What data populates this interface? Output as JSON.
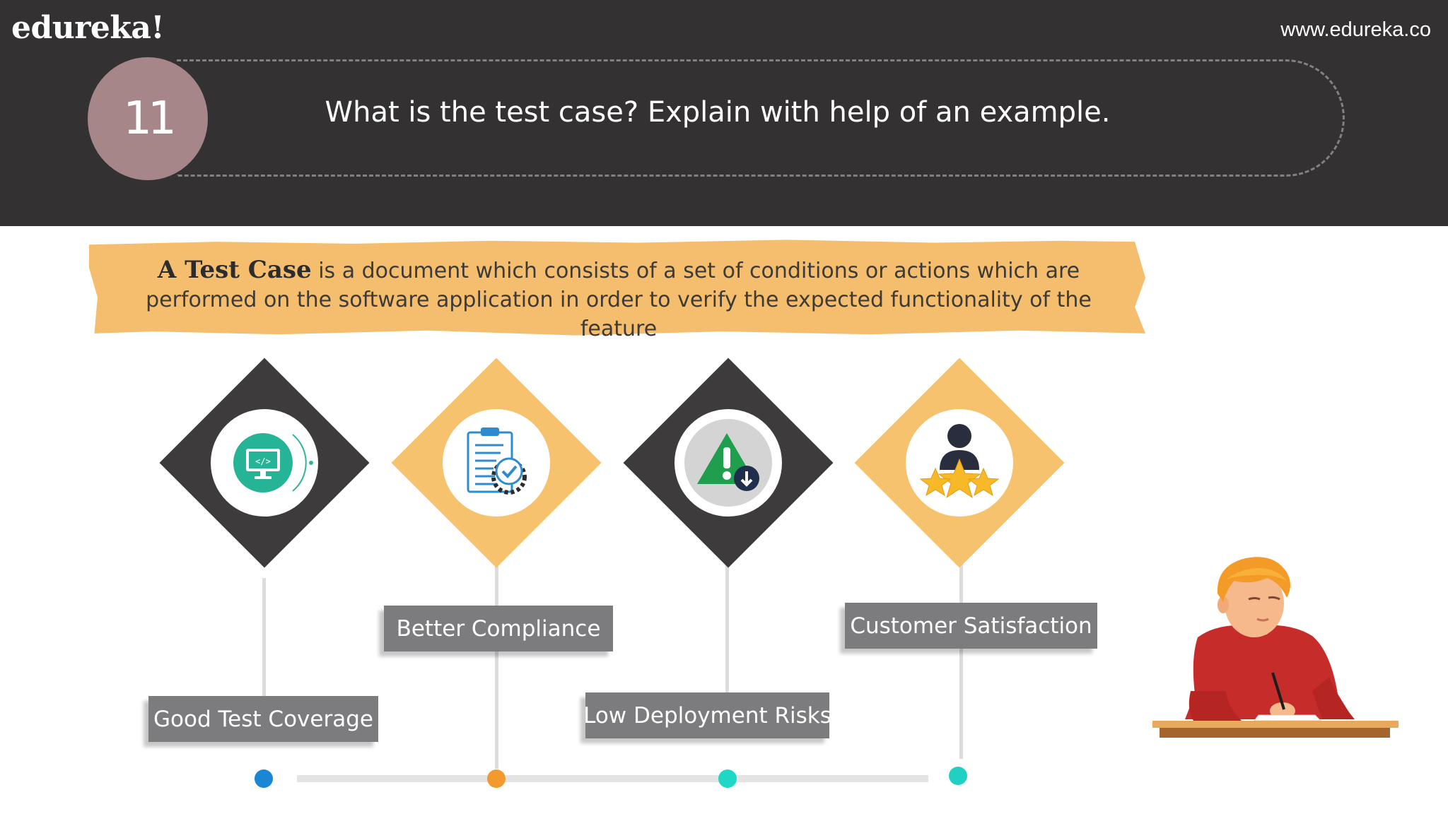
{
  "header": {
    "logo": "edureka!",
    "website": "www.edureka.co",
    "question_number": "11",
    "question": "What is the test case? Explain with help of an example."
  },
  "definition": {
    "term": "A Test Case",
    "text": " is a document which consists of a set of conditions or actions which are performed on the software application in order to verify the expected functionality of the feature"
  },
  "benefits": [
    {
      "label": "Good Test Coverage",
      "icon": "monitor-code-icon",
      "dot_color": "#1a86d4"
    },
    {
      "label": "Better Compliance",
      "icon": "clipboard-gear-icon",
      "dot_color": "#f29a2e"
    },
    {
      "label": "Low Deployment Risks",
      "icon": "warning-download-icon",
      "dot_color": "#1ed7c4"
    },
    {
      "label": "Customer Satisfaction",
      "icon": "user-stars-icon",
      "dot_color": "#1fd0c3"
    }
  ],
  "colors": {
    "header_bg": "#333132",
    "banner": "#f4be6e",
    "diamond_dark": "#3d3b3c",
    "diamond_gold": "#f6c26d",
    "label_bg": "#7c7c7e"
  }
}
